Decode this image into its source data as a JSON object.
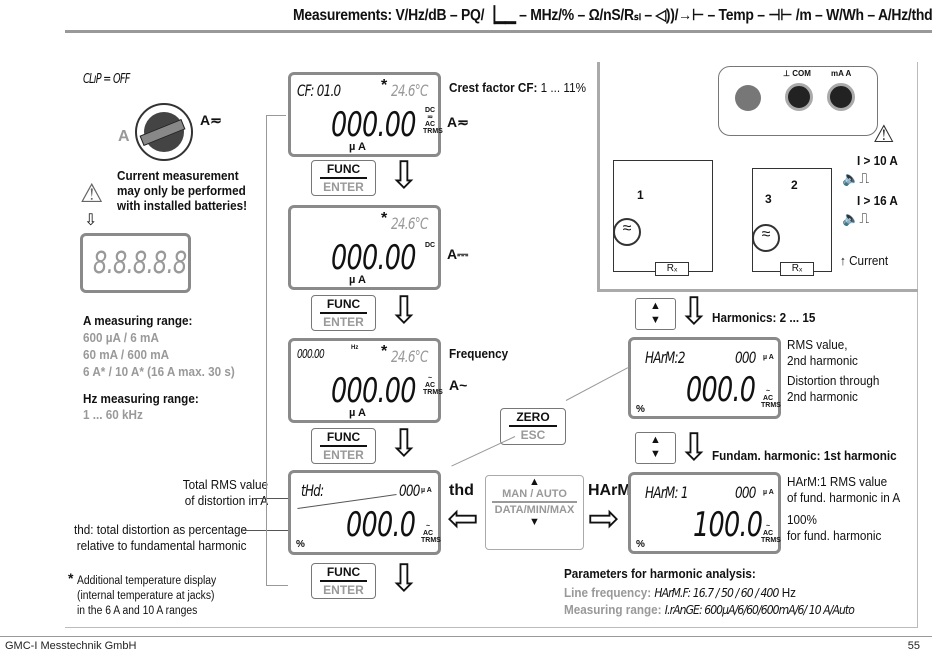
{
  "header": {
    "title": "Measurements: V/Hz/dB – PQ/▕▁▁ – MHz/% – Ω/nS/Rₛₗ – ◁))/→⊢ – Temp – ⊣⊢ /m – W/Wh – A/Hz/thd"
  },
  "left": {
    "clip": "CLıP = OFF",
    "switch_left": "A",
    "switch_right": "A≂",
    "warning": "Current measurement may only be performed with installed batteries!",
    "warning_lines": [
      "Current measurement",
      "may only be performed",
      "with installed batteries!"
    ],
    "lcd_test": "8.8.8.8.8",
    "a_range_title": "A measuring range:",
    "a_ranges": [
      "600 µA / 6 mA",
      "60 mA / 600 mA",
      "6 A* / 10 A* (16 A max. 30 s)"
    ],
    "hz_range_title": "Hz measuring range:",
    "hz_range": "1 ... 60 kHz",
    "thd_total_label": [
      "Total RMS value",
      "of distortion in A"
    ],
    "thd_pct_label": [
      "thd: total distortion as percentage",
      "relative to fundamental harmonic"
    ],
    "footnote_star": "*",
    "footnote": [
      "Additional temperature display",
      "(internal temperature at jacks)",
      "in the 6 A and 10 A ranges"
    ]
  },
  "center": {
    "lcd1": {
      "top": "CF: 01.0",
      "star": "*",
      "temp": "24.6°C",
      "main": "000.00",
      "unit": "µ A",
      "mode": "DC ≂ AC TRMS",
      "side": "A≂",
      "note_bold": "Crest factor CF:",
      "note": " 1 ... 11%"
    },
    "lcd2": {
      "star": "*",
      "temp": "24.6°C",
      "main": "000.00",
      "unit": "µ A",
      "mode": "DC",
      "side": "A⎓"
    },
    "lcd3": {
      "top": "000.00",
      "top_unit": "Hz",
      "star": "*",
      "temp": "24.6°C",
      "main": "000.00",
      "unit": "µ A",
      "mode": "~ AC TRMS",
      "side": "A~",
      "note": "Frequency"
    },
    "lcd4": {
      "top": "tHd:",
      "top_val": "000",
      "top_unit": "µ A",
      "main": "000.0",
      "pct": "%",
      "mode": "~ AC TRMS",
      "side": "thd"
    },
    "func": {
      "top": "FUNC",
      "bottom": "ENTER"
    },
    "zero": {
      "top": "ZERO",
      "bottom": "ESC"
    },
    "manauto": {
      "up": "▲",
      "top": "MAN / AUTO",
      "bottom": "DATA/MIN/MAX",
      "down": "▼"
    },
    "harm_label": "HArM"
  },
  "right": {
    "diagram": {
      "com": "⊥ COM",
      "ma": "mA A",
      "rx": "Rₓ",
      "n1": "1",
      "n2": "2",
      "n3": "3",
      "i10": "I > 10 A",
      "i16": "I > 16 A",
      "current": "Current"
    },
    "harm_title": "Harmonics: 2 ... 15",
    "lcd_h2": {
      "top": "HArM:2",
      "top_val": "000",
      "top_unit": "µ A",
      "main": "000.0",
      "pct": "%",
      "mode": "~ AC TRMS"
    },
    "h2_notes": [
      "RMS value,",
      "2nd harmonic",
      "Distortion through",
      "2nd harmonic"
    ],
    "fund_title": "Fundam. harmonic: 1st harmonic",
    "lcd_h1": {
      "top": "HArM: 1",
      "top_val": "000",
      "top_unit": "µ A",
      "main": "100.0",
      "pct": "%",
      "mode": "~ AC TRMS"
    },
    "h1_notes": [
      "HArM:1 RMS value",
      "of fund. harmonic in A",
      "100%",
      "for fund. harmonic"
    ],
    "params_title": "Parameters for harmonic analysis:",
    "line_freq_label": "Line frequency:",
    "line_freq_val": "HArM.F:  16.7 / 50 / 60 / 400",
    "line_freq_unit": "Hz",
    "range_label": "Measuring range:",
    "range_val": "I.rAnGE: 600µA/6/60/600mA/6/ 10 A/Auto"
  },
  "footer": {
    "company": "GMC-I Messtechnik GmbH",
    "page": "55"
  }
}
